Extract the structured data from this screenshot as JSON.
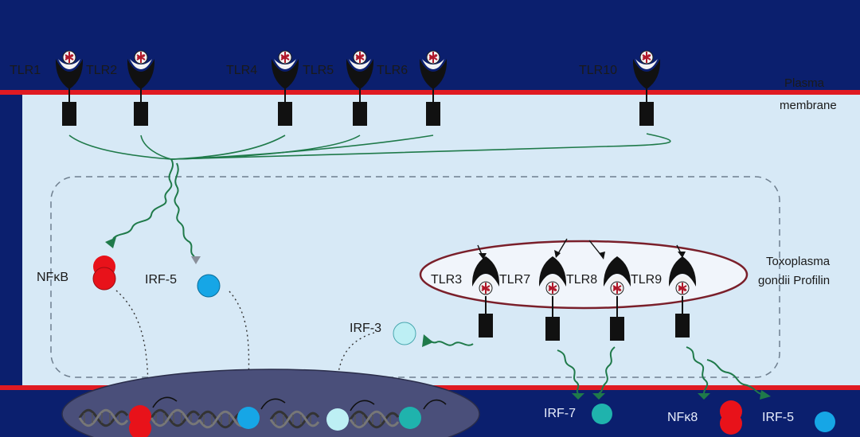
{
  "title": "",
  "colors": {
    "background": "#0b1f6e",
    "cytoplasm": "#d7e9f6",
    "membrane": "#e01a22",
    "signal": "#1f7a4a",
    "nfkb": "#e8121a",
    "irf5": "#16a6e6",
    "irf3": "#bdeff4",
    "irf7": "#1fb3ad",
    "receptor": "#111111",
    "endosome_border": "#7a1f2a",
    "nucleus": "#4a4f7a"
  },
  "membrane": {
    "label_line1": "Plasma",
    "label_line2": "membrane"
  },
  "surface_receptors": [
    {
      "label": "TLR1"
    },
    {
      "label": "TLR2"
    },
    {
      "label": "TLR4"
    },
    {
      "label": "TLR5"
    },
    {
      "label": "TLR6"
    },
    {
      "label": "TLR10"
    }
  ],
  "endosome": {
    "label_line1": "Toxoplasma",
    "label_line2": "gondii  Profilin",
    "receptors": [
      {
        "label": "TLR3"
      },
      {
        "label": "TLR7"
      },
      {
        "label": "TLR8"
      },
      {
        "label": "TLR9"
      }
    ]
  },
  "factors": {
    "nfkb": "NFκB",
    "irf5": "IRF-5",
    "irf3": "IRF-3",
    "irf7": "IRF-7",
    "nfkb_out": "NFκ8",
    "irf5_out": "IRF-5"
  },
  "icons": {
    "receptor": "tlr-receptor-icon",
    "ligand": "profilin-ligand-icon",
    "dna": "dna-helix-icon"
  }
}
